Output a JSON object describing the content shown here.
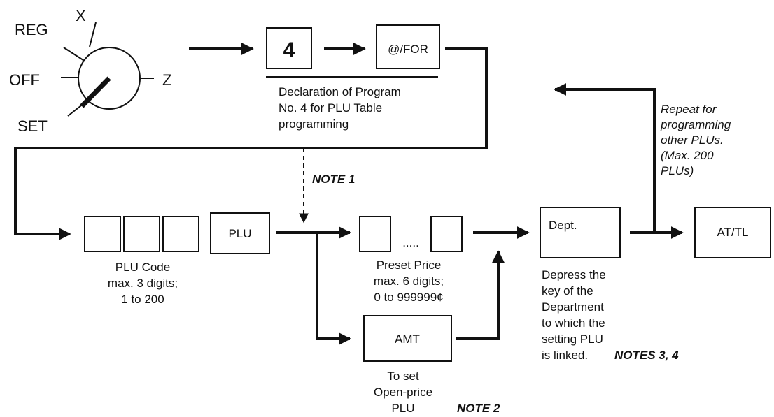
{
  "mode_switch": {
    "reg": "REG",
    "x": "X",
    "off": "OFF",
    "z": "Z",
    "set": "SET"
  },
  "program_keys": {
    "number": "4",
    "for_key": "@/FOR",
    "declaration": [
      "Declaration of Program",
      "No. 4 for PLU Table",
      "programming"
    ]
  },
  "repeat_note": [
    "Repeat for",
    "programming",
    "other PLUs.",
    "(Max. 200",
    "PLUs)"
  ],
  "note1": "NOTE 1",
  "plu_code": {
    "key": "PLU",
    "caption": [
      "PLU Code",
      "max. 3 digits;",
      "1 to 200"
    ]
  },
  "preset_price": {
    "dots": ".....",
    "caption": [
      "Preset Price",
      "max. 6 digits;",
      "0 to 999999¢"
    ]
  },
  "amt": {
    "key": "AMT",
    "caption": [
      "To set",
      "Open-price",
      "PLU"
    ],
    "note": "NOTE 2"
  },
  "dept": {
    "key": "Dept.",
    "caption": [
      "Depress the",
      "key of the",
      "Department",
      "to which the",
      "setting PLU",
      "is linked."
    ],
    "notes": "NOTES 3, 4"
  },
  "at_tl": {
    "key": "AT/TL"
  }
}
